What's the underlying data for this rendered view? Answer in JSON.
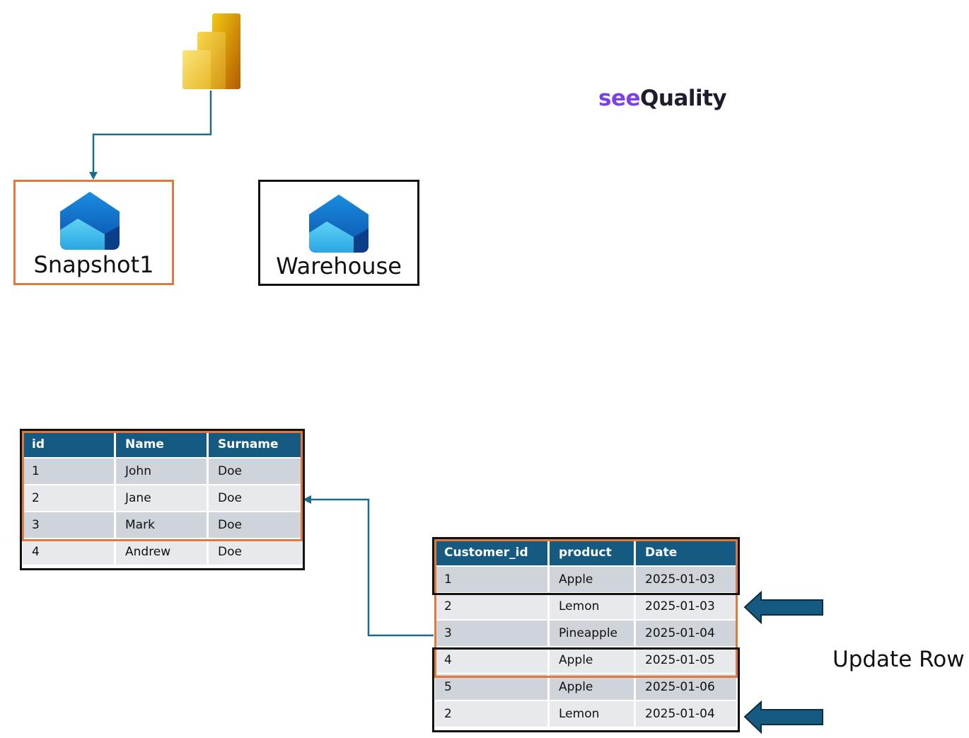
{
  "brand": {
    "part1": "see",
    "part2": "Quality"
  },
  "boxes": {
    "snapshot": "Snapshot1",
    "warehouse": "Warehouse"
  },
  "left_table": {
    "headers": [
      "id",
      "Name",
      "Surname"
    ],
    "rows": [
      [
        "1",
        "John",
        "Doe"
      ],
      [
        "2",
        "Jane",
        "Doe"
      ],
      [
        "3",
        "Mark",
        "Doe"
      ],
      [
        "4",
        "Andrew",
        "Doe"
      ]
    ]
  },
  "right_table": {
    "headers": [
      "Customer_id",
      "product",
      "Date"
    ],
    "rows": [
      [
        "1",
        "Apple",
        "2025-01-03"
      ],
      [
        "2",
        "Lemon",
        "2025-01-03"
      ],
      [
        "3",
        "Pineapple",
        "2025-01-04"
      ],
      [
        "4",
        "Apple",
        "2025-01-05"
      ],
      [
        "5",
        "Apple",
        "2025-01-06"
      ],
      [
        "2",
        "Lemon",
        "2025-01-04"
      ]
    ]
  },
  "annotation": "Update Row",
  "colors": {
    "accent_orange": "#e07a3a",
    "table_header": "#155a80",
    "arrow_fill": "#155a80",
    "connector": "#1a6d8a"
  }
}
